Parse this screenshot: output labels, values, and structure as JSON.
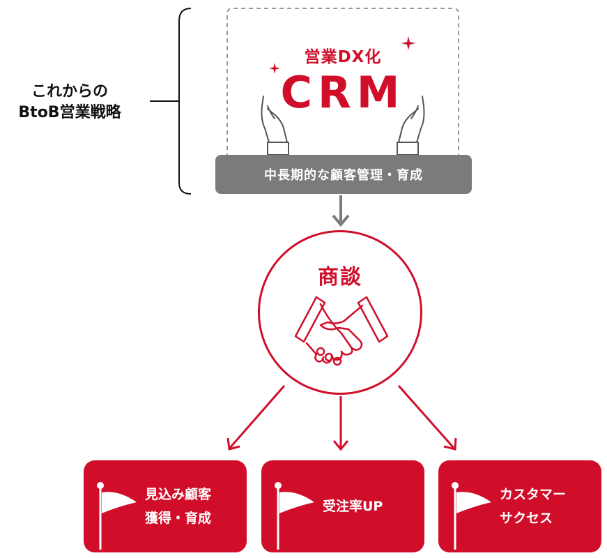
{
  "strategy": {
    "line1": "これからの",
    "line2": "BtoB営業戦略"
  },
  "crm": {
    "subtitle": "営業DX化",
    "title": "CRM"
  },
  "bar": {
    "label": "中長期的な顧客管理・育成"
  },
  "negotiation": {
    "title": "商談",
    "icon": "handshake-icon"
  },
  "outcomes": [
    {
      "label": "見込み顧客\n獲得・育成",
      "icon": "flag-icon"
    },
    {
      "label": "受注率UP",
      "icon": "flag-icon"
    },
    {
      "label": "カスタマー\nサクセス",
      "icon": "flag-icon"
    }
  ],
  "colors": {
    "accent": "#d00e2a",
    "gray": "#7b7b7b",
    "dash": "#999999"
  }
}
